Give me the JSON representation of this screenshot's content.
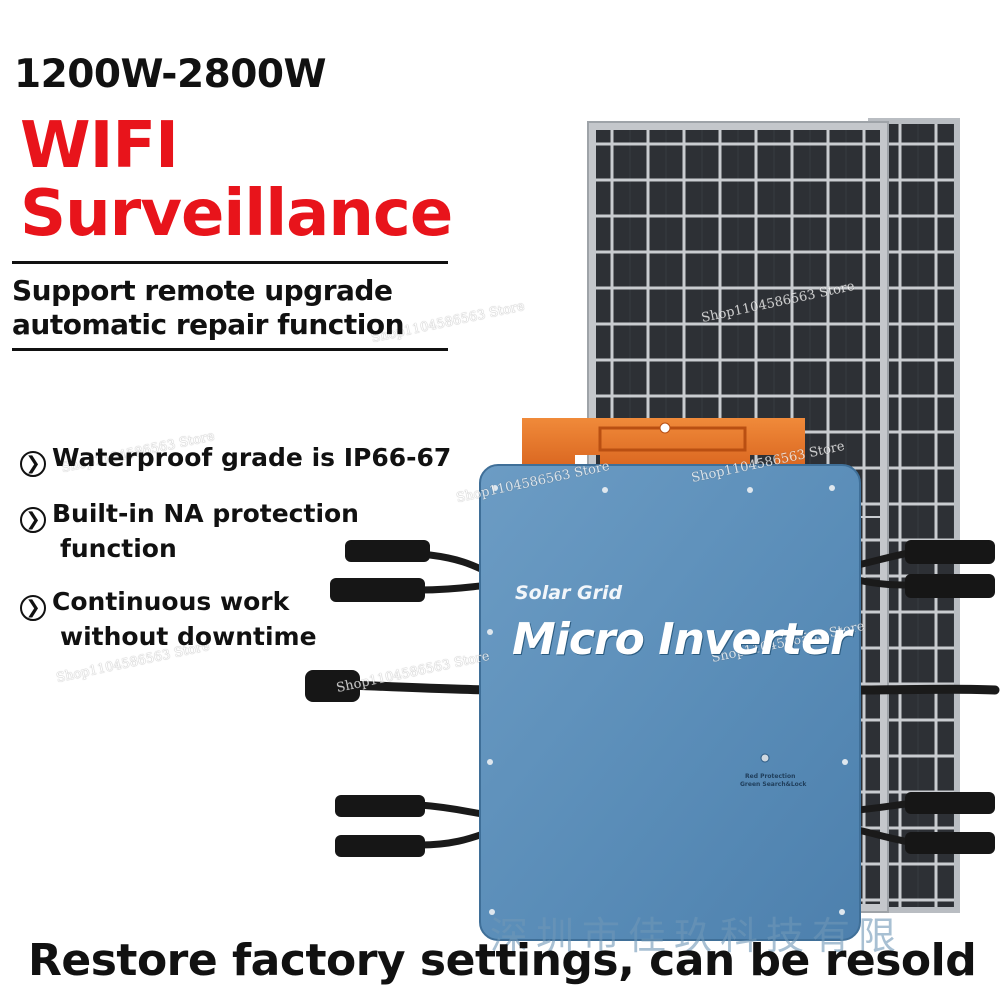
{
  "header": {
    "power_range": "1200W-2800W",
    "title_line_1": "WIFI",
    "title_line_2": "Surveillance",
    "subtitle_line_1": "Support remote upgrade",
    "subtitle_line_2": "automatic repair function"
  },
  "features": [
    {
      "line_1": "Waterproof grade is IP66-67",
      "line_2": ""
    },
    {
      "line_1": "Built-in NA protection",
      "line_2": "function"
    },
    {
      "line_1": "Continuous work",
      "line_2": "without downtime"
    }
  ],
  "bullet_glyph": "❯",
  "device": {
    "brand_small": "Solar Grid",
    "brand_large": "Micro Inverter",
    "led_label_1": "Red Protection",
    "led_label_2": "Green Search&Lock"
  },
  "store_watermark": "Shop1104586563 Store",
  "footer": {
    "text": "Restore factory settings, can be resold",
    "watermark": "深圳市佳玖科技有限"
  },
  "colors": {
    "accent_red": "#e8141b",
    "inverter_blue": "#5b8fba",
    "bracket_orange": "#e8762c",
    "panel_cell": "#2b2e33"
  }
}
